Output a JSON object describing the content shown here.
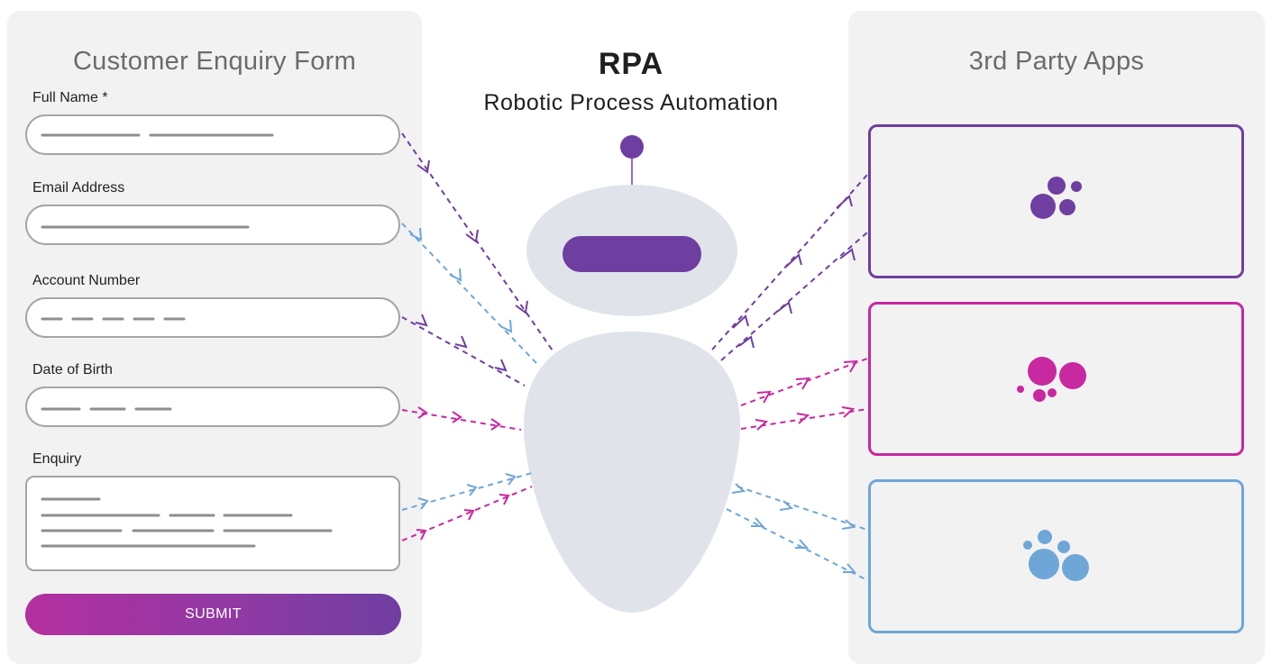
{
  "form": {
    "title": "Customer Enquiry Form",
    "fields": [
      {
        "label": "Full Name *"
      },
      {
        "label": "Email Address"
      },
      {
        "label": "Account Number"
      },
      {
        "label": "Date of Birth"
      },
      {
        "label": "Enquiry"
      }
    ],
    "submit_label": "SUBMIT"
  },
  "rpa": {
    "title": "RPA",
    "subtitle": "Robotic Process Automation"
  },
  "apps": {
    "title": "3rd Party Apps",
    "boxes": [
      {
        "name": "app-purple",
        "color": "#6f3ea1"
      },
      {
        "name": "app-magenta",
        "color": "#c828a0"
      },
      {
        "name": "app-blue",
        "color": "#6fa6d8"
      }
    ]
  },
  "colors": {
    "purple": "#6f3ea1",
    "magenta": "#c828a0",
    "blue": "#6fa6d8",
    "robot_body": "#e0e4ea",
    "placeholder_line": "#8e8e8e"
  }
}
